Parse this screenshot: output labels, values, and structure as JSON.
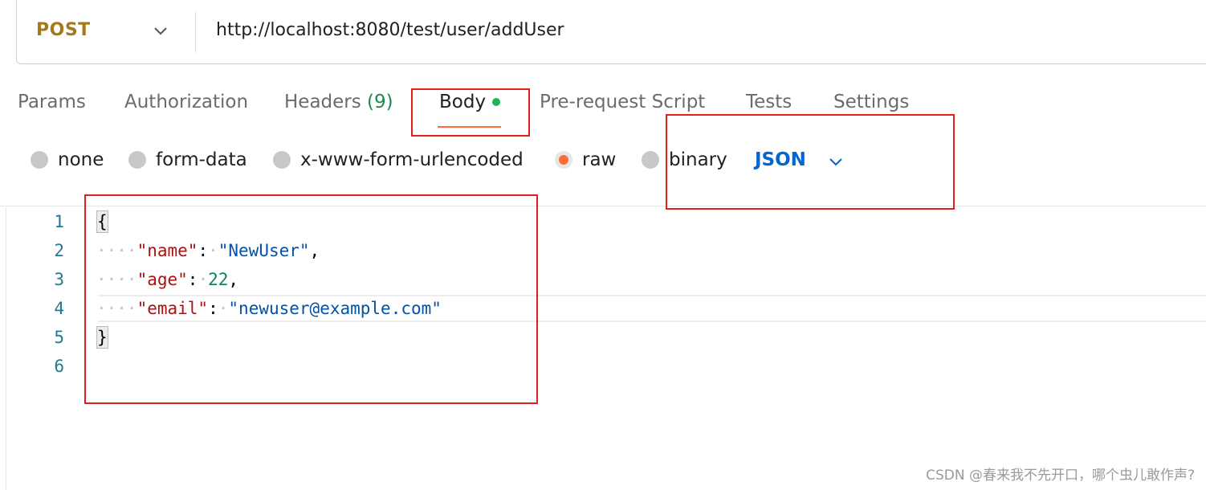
{
  "request": {
    "method": "POST",
    "url": "http://localhost:8080/test/user/addUser"
  },
  "tabs": {
    "params": "Params",
    "authorization": "Authorization",
    "headers_label": "Headers",
    "headers_count": "(9)",
    "body": "Body",
    "prerequest": "Pre-request Script",
    "tests": "Tests",
    "settings": "Settings",
    "active": "Body"
  },
  "body_types": {
    "options": [
      "none",
      "form-data",
      "x-www-form-urlencoded",
      "raw",
      "binary"
    ],
    "selected": "raw",
    "format": "JSON"
  },
  "editor": {
    "line_numbers": [
      "1",
      "2",
      "3",
      "4",
      "5",
      "6"
    ],
    "lines": {
      "l1": "{",
      "l2_key": "\"name\"",
      "l2_value": "\"NewUser\"",
      "l3_key": "\"age\"",
      "l3_value": "22",
      "l4_key": "\"email\"",
      "l4_value": "\"newuser@example.com\"",
      "l5": "}"
    }
  },
  "watermark": "CSDN @春来我不先开口，哪个虫儿敢作声?",
  "colors": {
    "method": "#a4791b",
    "accent_orange": "#ff6c37",
    "json_blue": "#0265d2",
    "headers_count_green": "#1f8a4c",
    "body_dot_green": "#21b35a",
    "annotation_red": "#e0201b"
  },
  "icons": {
    "method_dropdown": "chevron-down-icon",
    "format_dropdown": "chevron-down-icon",
    "body_modified": "dot-indicator-icon"
  }
}
